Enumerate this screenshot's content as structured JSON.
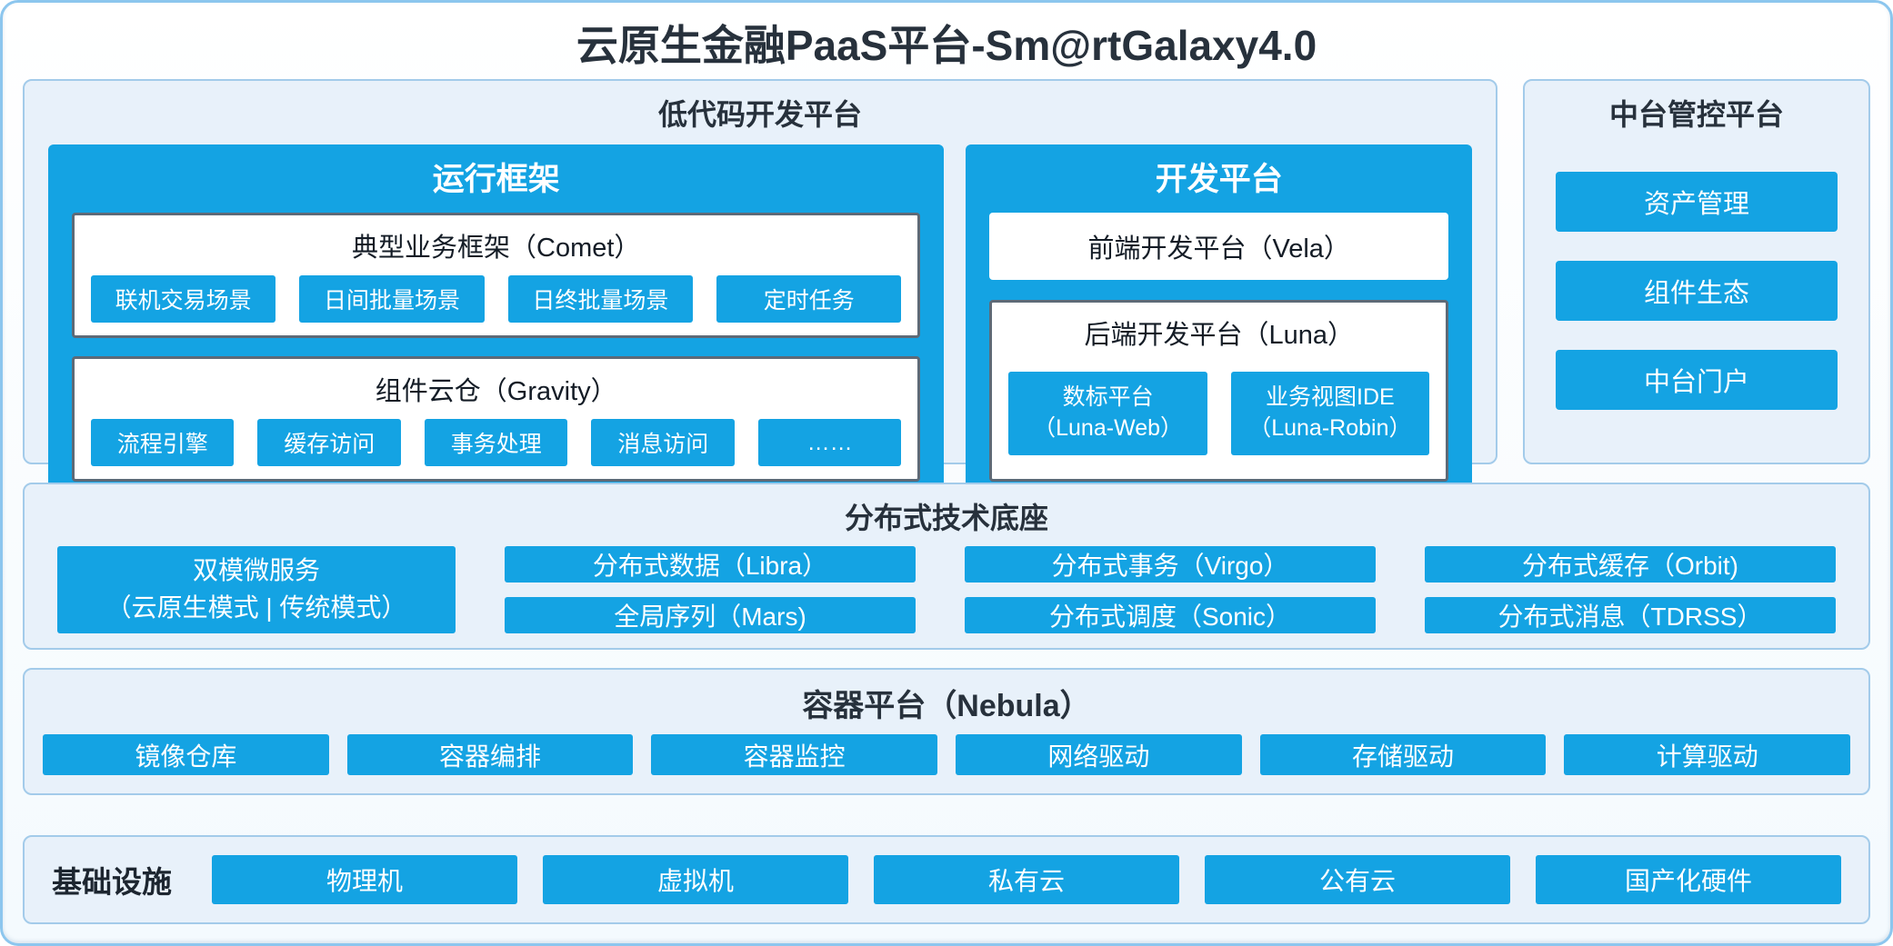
{
  "title": "云原生金融PaaS平台-Sm@rtGalaxy4.0",
  "low_code": {
    "title": "低代码开发平台",
    "runtime": {
      "title": "运行框架",
      "comet": {
        "title": "典型业务框架（Comet）",
        "items": [
          "联机交易场景",
          "日间批量场景",
          "日终批量场景",
          "定时任务"
        ]
      },
      "gravity": {
        "title": "组件云仓（Gravity）",
        "items": [
          "流程引擎",
          "缓存访问",
          "事务处理",
          "消息访问",
          "……"
        ]
      }
    },
    "dev": {
      "title": "开发平台",
      "vela": "前端开发平台（Vela）",
      "luna": {
        "title": "后端开发平台（Luna）",
        "items": [
          {
            "line1": "数标平台",
            "line2": "（Luna-Web）"
          },
          {
            "line1": "业务视图IDE",
            "line2": "（Luna-Robin）"
          }
        ]
      }
    }
  },
  "mid_platform": {
    "title": "中台管控平台",
    "items": [
      "资产管理",
      "组件生态",
      "中台门户"
    ]
  },
  "distributed": {
    "title": "分布式技术底座",
    "dual_mode": {
      "line1": "双模微服务",
      "line2": "（云原生模式 | 传统模式）"
    },
    "row1": [
      "分布式数据（Libra）",
      "分布式事务（Virgo）",
      "分布式缓存（Orbit)"
    ],
    "row2": [
      "全局序列（Mars)",
      "分布式调度（Sonic）",
      "分布式消息（TDRSS）"
    ]
  },
  "containers": {
    "title": "容器平台（Nebula）",
    "items": [
      "镜像仓库",
      "容器编排",
      "容器监控",
      "网络驱动",
      "存储驱动",
      "计算驱动"
    ]
  },
  "infrastructure": {
    "title": "基础设施",
    "items": [
      "物理机",
      "虚拟机",
      "私有云",
      "公有云",
      "国产化硬件"
    ]
  },
  "colors": {
    "primary_blue": "#14a3e3",
    "panel_bg": "#e8f1fa",
    "panel_border": "#a3cbea",
    "dark_border": "#5e6a77"
  }
}
